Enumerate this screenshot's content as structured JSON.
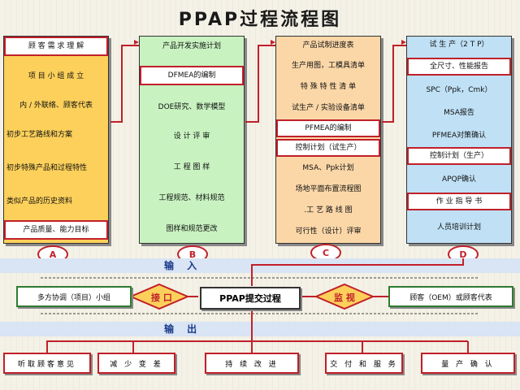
{
  "title": "PPAP过程流程图",
  "colA": {
    "items": [
      "顾 客 需 求 理 解",
      "项 目 小 组 成 立",
      "内 / 外联络、顾客代表",
      "初步工艺路线和方案",
      "初步特殊产品和过程特性",
      "类似产品的历史资料",
      "产品质量、能力目标"
    ],
    "label": "A"
  },
  "colB": {
    "items": [
      "产品开发实施计划",
      "DFMEA的编制",
      "DOE研究、数学模型",
      "设 计 评 审",
      "工 程 图 样",
      "工程规范、材料规范",
      "图样和规范更改"
    ],
    "label": "B"
  },
  "colC": {
    "items": [
      "产品试制进度表",
      "生产用图，工模具清单",
      "特 殊 特 性 清 单",
      "试生产 / 实验设备清单",
      "PFMEA的编制",
      "控制计划（试生产）",
      "MSA、Ppk计划",
      "场地平面布置流程图",
      ".工 艺 路 线 图",
      "可行性（设计）评审"
    ],
    "label": "C"
  },
  "colD": {
    "items": [
      "试 生 产（2 T P）",
      "全尺寸、性能报告",
      "SPC（Ppk，Cmk）",
      "MSA报告",
      "PFMEA对策确认",
      "控制计划（生产）",
      "APQP确认",
      "作 业 指 导 书",
      "人员培训计划"
    ],
    "label": "D"
  },
  "input_label": "输 入",
  "output_label": "输 出",
  "middle": {
    "left_box": "多方协调（项目）小组",
    "interface": "接 口",
    "center": "PPAP提交过程",
    "monitor": "监 视",
    "right_box": "顾客（OEM）或顾客代表"
  },
  "outputs": [
    "听取顾客意见",
    "减 少 变 差",
    "持 续 改 进",
    "交 付 和 服 务",
    "量 产 确 认"
  ],
  "colors": {
    "colA": "#fcd05a",
    "colB": "#c8f2c0",
    "colC": "#fbd7a8",
    "colD": "#bfe0f5",
    "red": "#c0202a",
    "green": "#2f7a2f"
  }
}
